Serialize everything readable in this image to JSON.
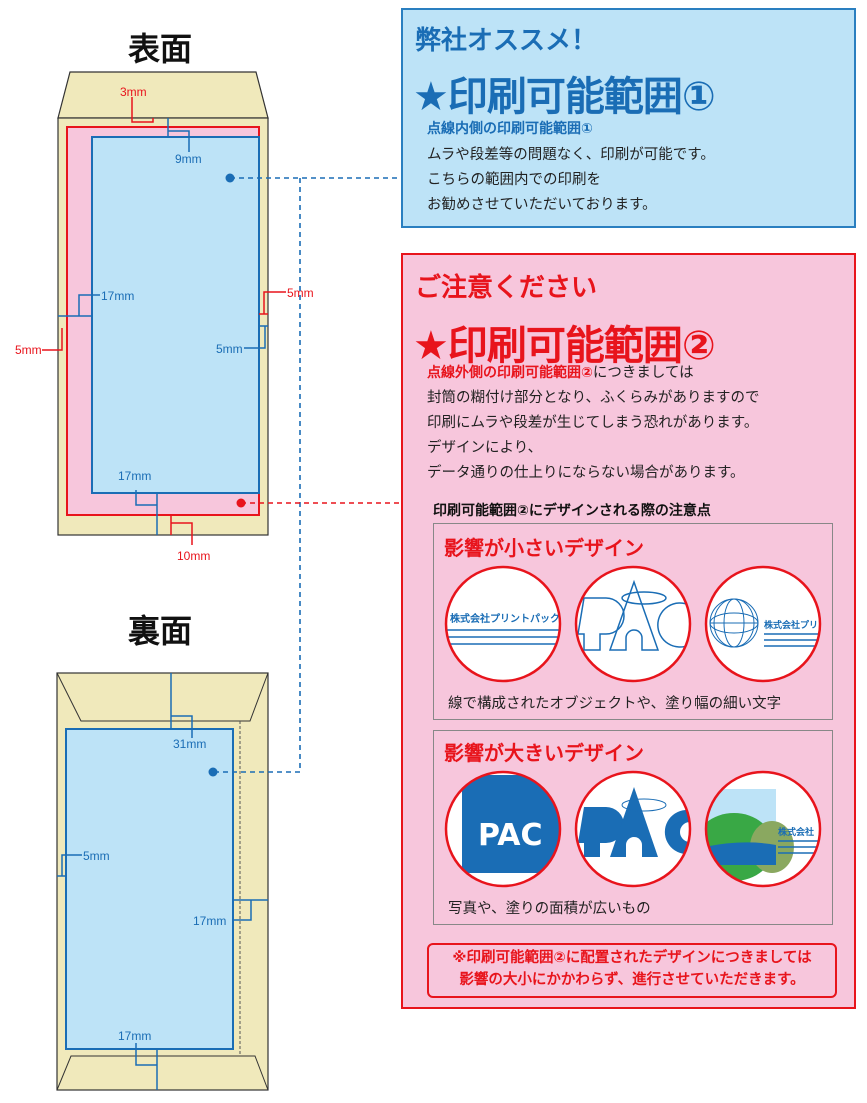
{
  "front": {
    "title": "表面",
    "dims": {
      "top_red": "3mm",
      "top_blue": "9mm",
      "left_blue": "17mm",
      "left_red": "5mm",
      "right_red": "5mm",
      "right_blue": "5mm",
      "bottom_blue": "17mm",
      "bottom_red": "10mm"
    }
  },
  "back": {
    "title": "裏面",
    "dims": {
      "top_blue": "31mm",
      "left_blue": "5mm",
      "right_blue": "17mm",
      "bottom_blue": "17mm"
    }
  },
  "recommend": {
    "kicker": "弊社オススメ！",
    "title": "★印刷可能範囲①",
    "subtitle": "点線内側の印刷可能範囲①",
    "lines": [
      "ムラや段差等の問題なく、印刷が可能です。",
      "こちらの範囲内での印刷を",
      "お勧めさせていただいております。"
    ]
  },
  "caution": {
    "kicker": "ご注意ください",
    "title": "★印刷可能範囲②",
    "subtitle_red": "点線外側の印刷可能範囲②",
    "subtitle_rest": "につきましては",
    "lines": [
      "封筒の糊付け部分となり、ふくらみがありますので",
      "印刷にムラや段差が生じてしまう恐れがあります。",
      "デザインにより、",
      "データ通りの仕上りにならない場合があります。"
    ],
    "design_heading": "印刷可能範囲②にデザインされる際の注意点",
    "small_impact": {
      "title": "影響が小さいデザイン",
      "caption": "線で構成されたオブジェクトや、塗り幅の細い文字",
      "sample_company": "株式会社プリントパック",
      "sample_company_short": "株式会社プリ",
      "sample_logo": "PAC"
    },
    "large_impact": {
      "title": "影響が大きいデザイン",
      "caption": "写真や、塗りの面積が広いもの",
      "sample_logo": "PAC",
      "sample_company_short": "株式会社"
    },
    "note_lines": [
      "※印刷可能範囲②に配置されたデザインにつきましては",
      "影響の大小にかかわらず、進行させていただきます。"
    ]
  },
  "colors": {
    "blue": "#1a6db5",
    "red": "#e8141c",
    "envelope": "#f0e9bb",
    "safe_area": "#bde3f7",
    "risk_area": "#f7c6dc"
  }
}
